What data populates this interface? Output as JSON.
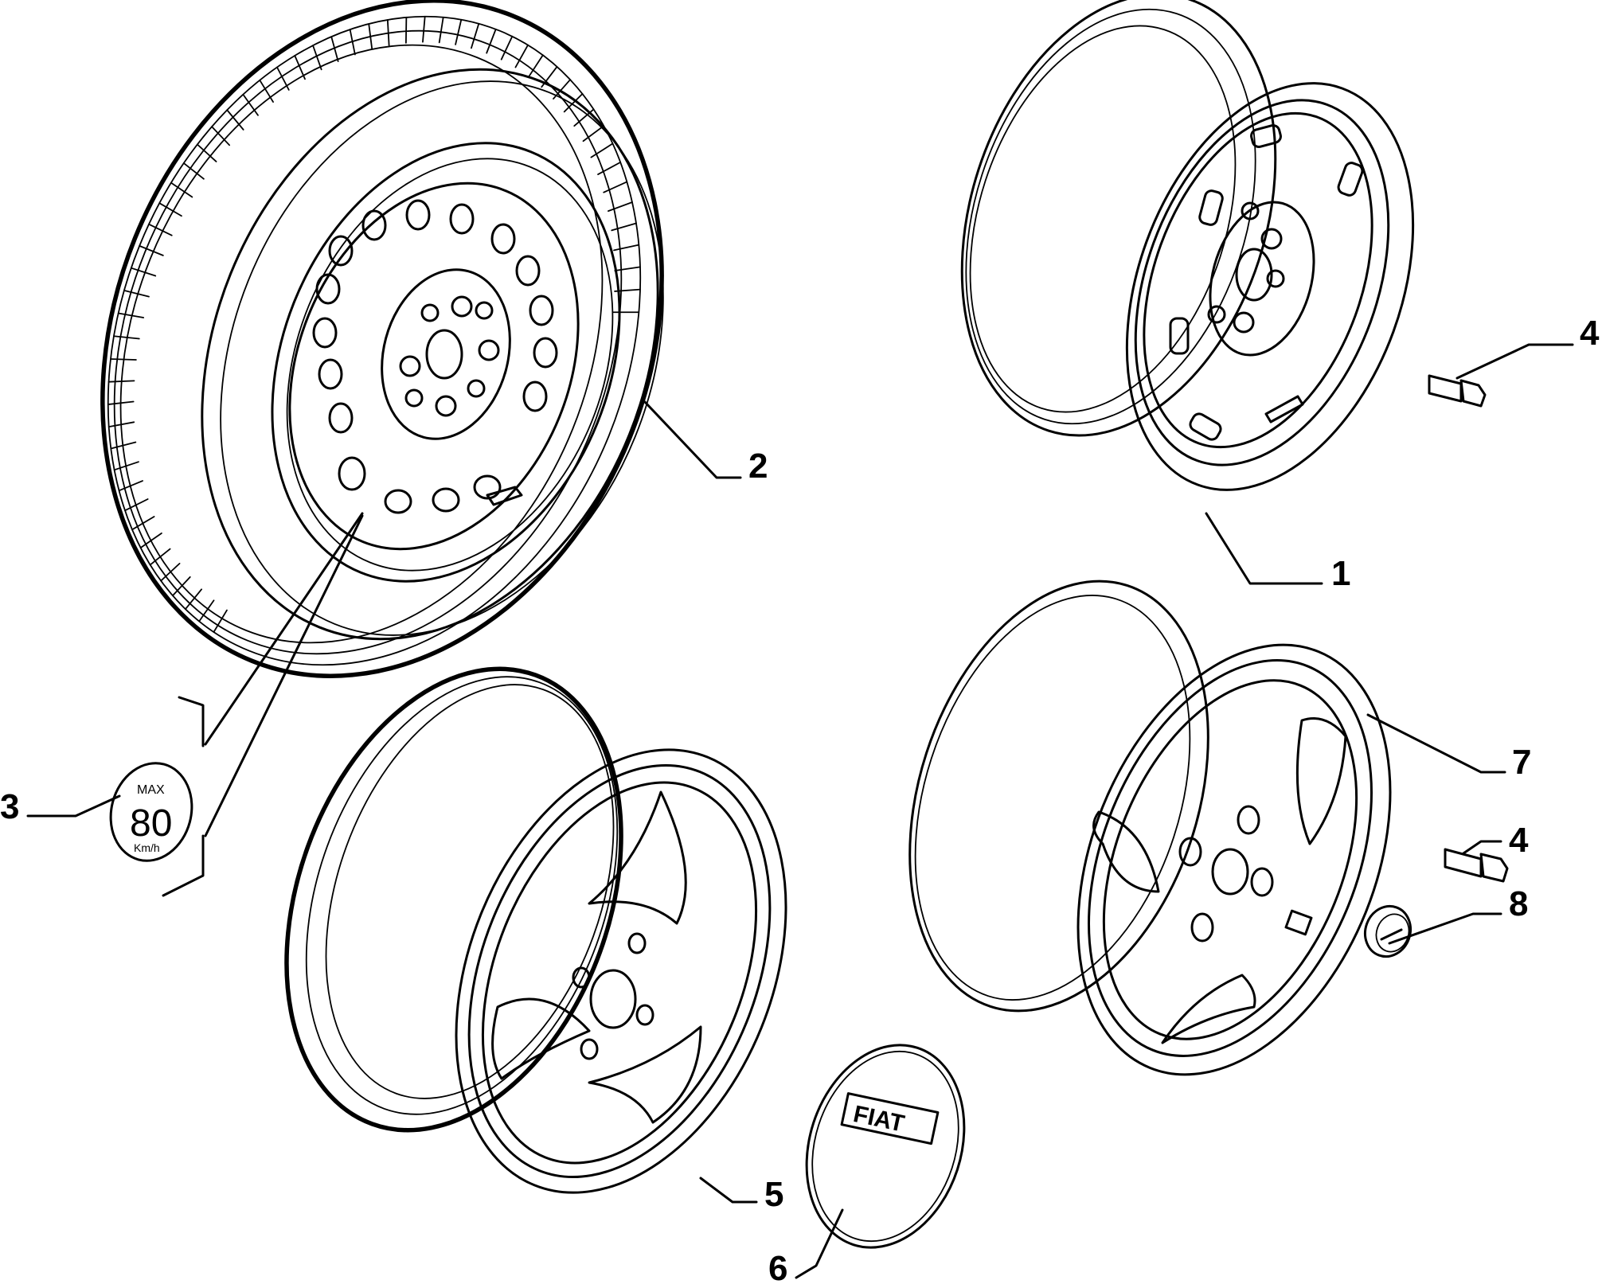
{
  "callouts": [
    {
      "id": "1",
      "label": "1"
    },
    {
      "id": "2",
      "label": "2"
    },
    {
      "id": "3",
      "label": "3"
    },
    {
      "id": "4a",
      "label": "4"
    },
    {
      "id": "4b",
      "label": "4"
    },
    {
      "id": "5",
      "label": "5"
    },
    {
      "id": "6",
      "label": "6"
    },
    {
      "id": "7",
      "label": "7"
    },
    {
      "id": "8",
      "label": "8"
    }
  ],
  "speed_sticker": {
    "top_text": "MAX",
    "value_text": "80",
    "unit_text": "Km/h"
  },
  "hubcap_logo_text": "FIAT",
  "colors": {
    "line": "#000000",
    "background": "#ffffff"
  }
}
